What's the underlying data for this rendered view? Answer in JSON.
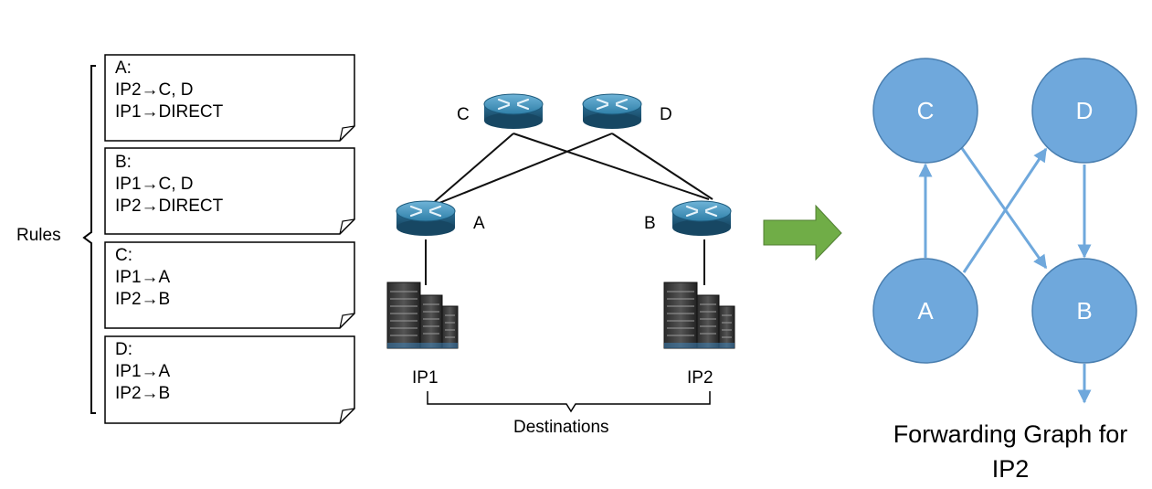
{
  "rules": {
    "label": "Rules",
    "cards": [
      {
        "id": "A",
        "lines": [
          "A:",
          "IP2→C, D",
          "IP1→DIRECT"
        ]
      },
      {
        "id": "B",
        "lines": [
          "B:",
          "IP1→C, D",
          "IP2→DIRECT"
        ]
      },
      {
        "id": "C",
        "lines": [
          "C:",
          "IP1→A",
          "IP2→B"
        ]
      },
      {
        "id": "D",
        "lines": [
          "D:",
          "IP1→A",
          "IP2→B"
        ]
      }
    ]
  },
  "network": {
    "routers": {
      "A": "A",
      "B": "B",
      "C": "C",
      "D": "D"
    },
    "destinations": {
      "ip1": "IP1",
      "ip2": "IP2",
      "label": "Destinations"
    }
  },
  "arrow_color": "#70ad47",
  "graph": {
    "node_fill": "#6fa8dc",
    "edge_color": "#6fa8dc",
    "nodes": {
      "C": "C",
      "D": "D",
      "A": "A",
      "B": "B"
    },
    "caption_line1": "Forwarding Graph for",
    "caption_line2": "IP2"
  }
}
